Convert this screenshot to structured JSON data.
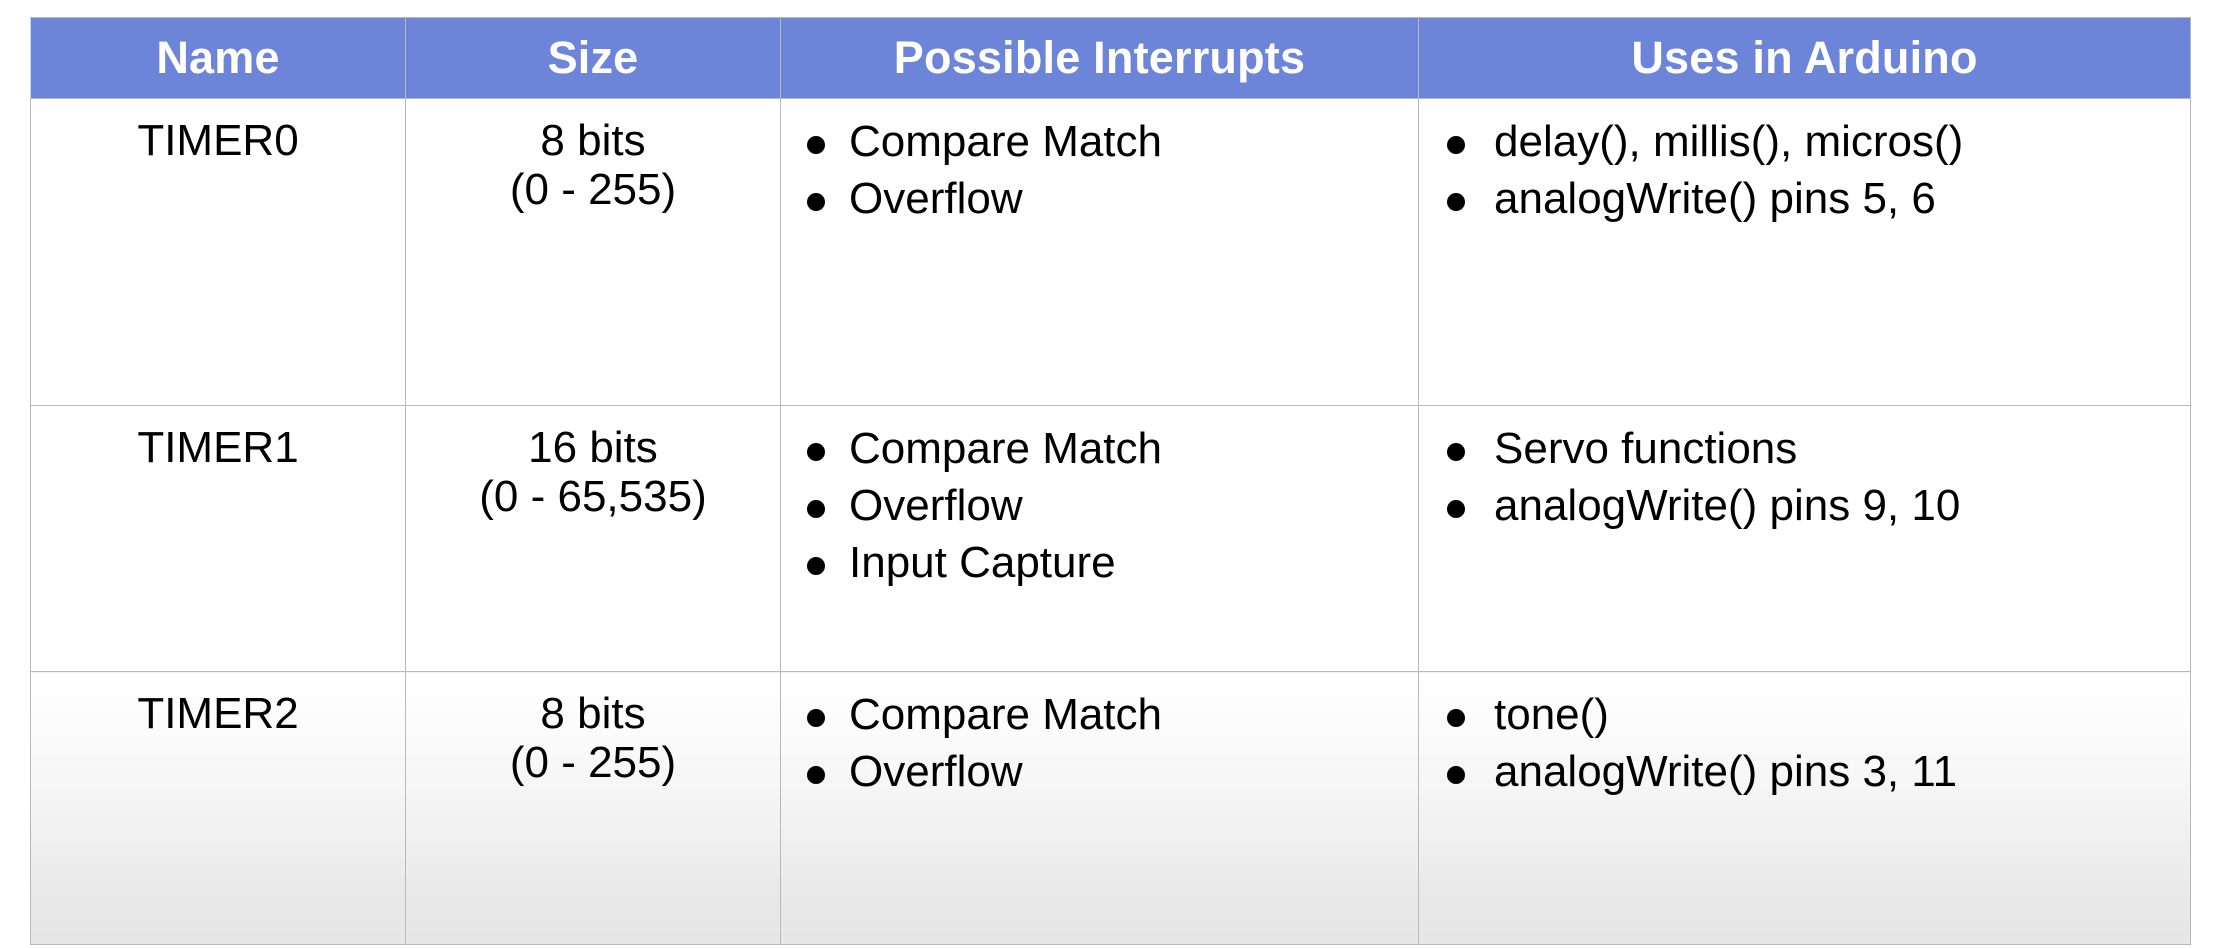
{
  "table": {
    "name": "arduino-timers-table",
    "header_bg": "#6d85d8",
    "header_text_color": "#ffffff",
    "border_color": "#b9b9b9",
    "columns": [
      {
        "key": "name",
        "label": "Name"
      },
      {
        "key": "size",
        "label": "Size"
      },
      {
        "key": "interrupts",
        "label": "Possible Interrupts"
      },
      {
        "key": "uses",
        "label": "Uses in Arduino"
      }
    ],
    "rows": [
      {
        "name": "TIMER0",
        "size_bits": "8 bits",
        "size_range": "(0 - 255)",
        "interrupts": [
          "Compare Match",
          "Overflow"
        ],
        "uses": [
          "delay(), millis(), micros()",
          "analogWrite() pins 5, 6"
        ]
      },
      {
        "name": "TIMER1",
        "size_bits": "16 bits",
        "size_range": "(0 - 65,535)",
        "interrupts": [
          "Compare Match",
          "Overflow",
          "Input Capture"
        ],
        "uses": [
          "Servo functions",
          "analogWrite() pins 9, 10"
        ]
      },
      {
        "name": "TIMER2",
        "size_bits": "8 bits",
        "size_range": "(0 - 255)",
        "interrupts": [
          "Compare Match",
          "Overflow"
        ],
        "uses": [
          "tone()",
          "analogWrite() pins 3, 11"
        ]
      }
    ]
  }
}
